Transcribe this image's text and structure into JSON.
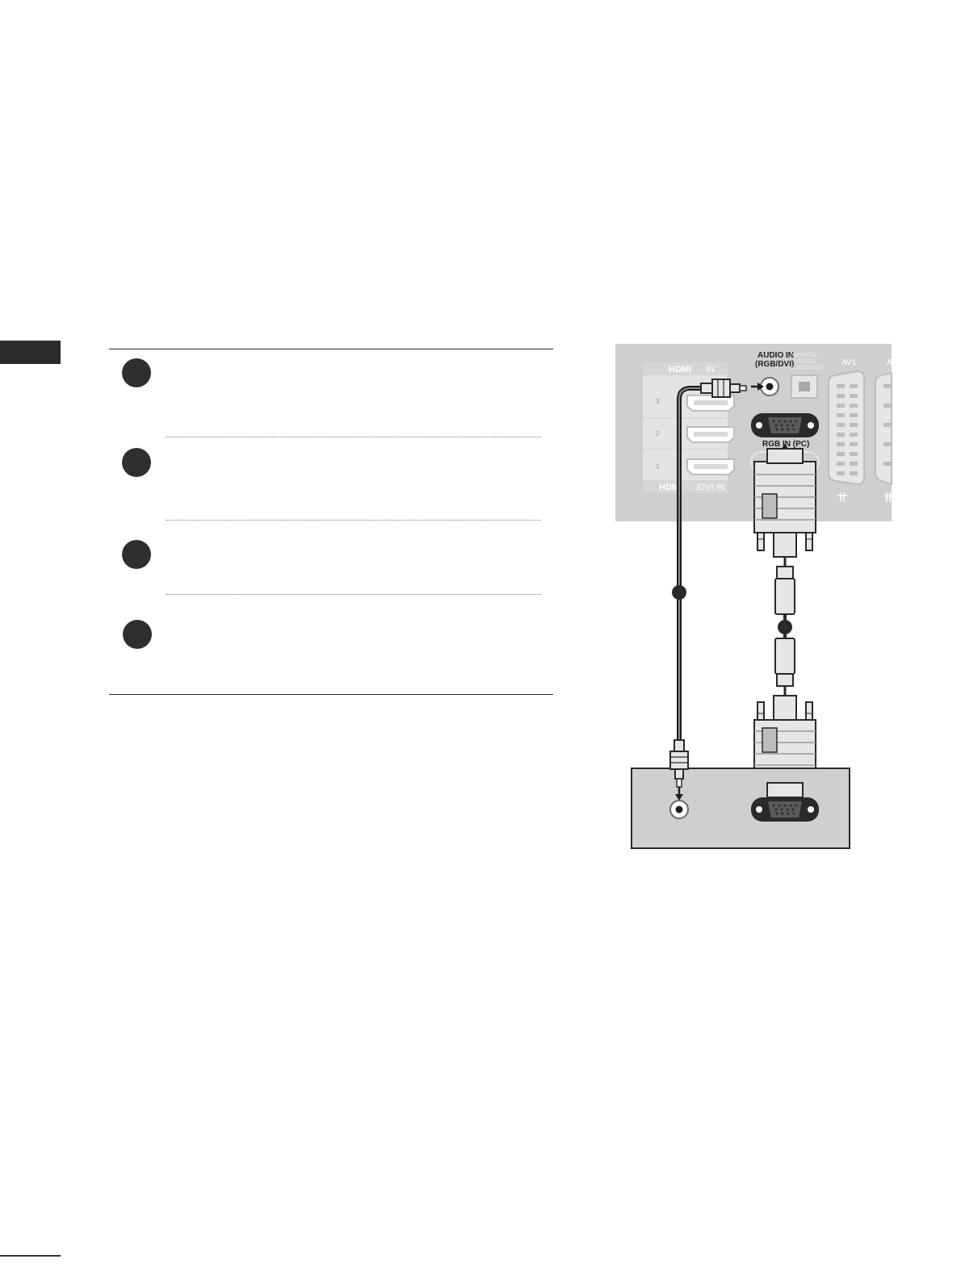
{
  "tv_panel": {
    "hdmi_in_logo": "HDMI",
    "hdmi_in_suffix": "IN",
    "hdmi_dvi_logo": "HDMI",
    "hdmi_dvi_suffix": "/DVI IN",
    "port_numbers": [
      "3",
      "2",
      "1"
    ],
    "audio_in_label_line1": "AUDIO IN",
    "audio_in_label_line2": "(RGB/DVI)",
    "optical_label_line1": "OPTICAL",
    "optical_label_line2": "DIGITAL",
    "optical_label_line3": "AUDIO OUT",
    "av1_label": "AV1",
    "av2_label": "AV",
    "rgb_in_label": "RGB IN (PC)"
  },
  "colors": {
    "panel": "#cfcfcf",
    "dark": "#2f2f2f",
    "connector": "#e6e6e6"
  }
}
